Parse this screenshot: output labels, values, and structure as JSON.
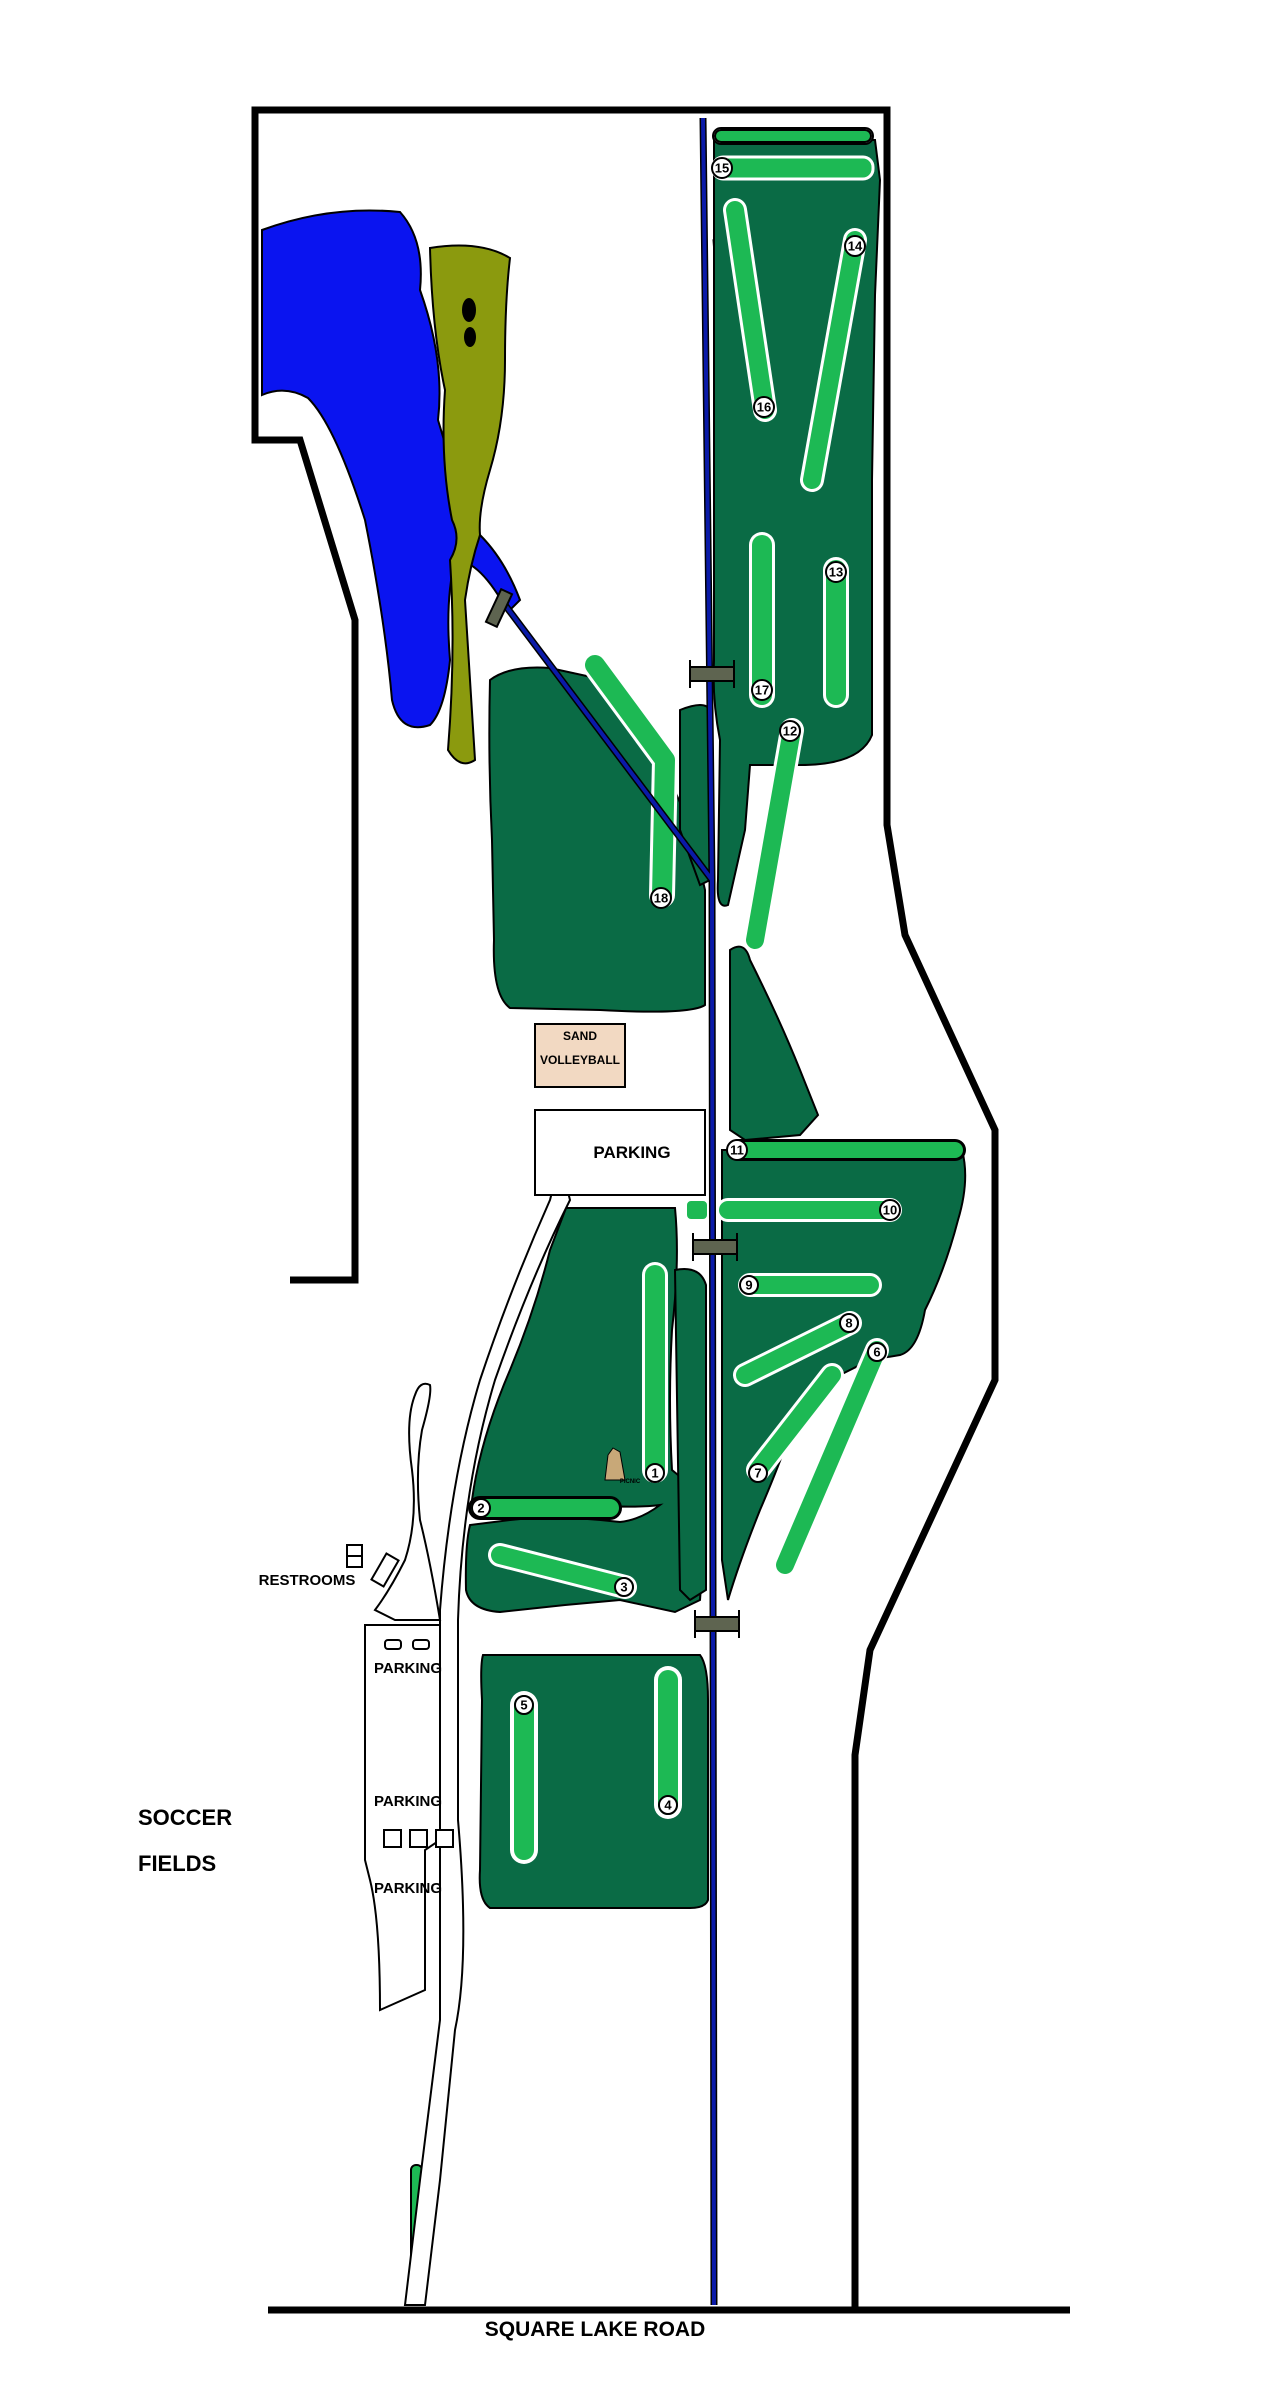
{
  "labels": {
    "sand_volleyball_line1": "SAND",
    "sand_volleyball_line2": "VOLLEYBALL",
    "parking_north": "PARKING",
    "parking_1": "PARKING",
    "parking_2": "PARKING",
    "parking_3": "PARKING",
    "restrooms": "RESTROOMS",
    "picnic": "PICNIC",
    "soccer_line1": "SOCCER",
    "soccer_line2": "FIELDS",
    "road": "SQUARE LAKE ROAD"
  },
  "holes": [
    "1",
    "2",
    "3",
    "4",
    "5",
    "6",
    "7",
    "8",
    "9",
    "10",
    "11",
    "12",
    "13",
    "14",
    "15",
    "16",
    "17",
    "18"
  ],
  "colors": {
    "fairway": "#1db954",
    "rough": "#0a6b45",
    "water": "#0a14f0",
    "marsh": "#8b9a0e",
    "trail": "#0a1aa8",
    "bridge": "#5e6450",
    "sand_pad": "#f2d9c2",
    "picnic_pad": "#c8a878"
  },
  "icons": [
    "bridge-icon",
    "picnic-shelter-icon",
    "restroom-icon",
    "boundary-line"
  ]
}
